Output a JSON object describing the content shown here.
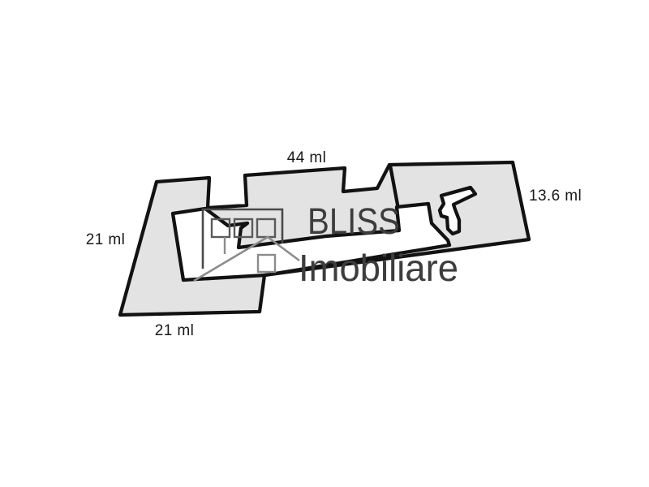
{
  "diagram": {
    "type": "land-plot-sketch",
    "measurements": {
      "top": "44 ml",
      "right": "13.6 ml",
      "left": "21 ml",
      "bottom": "21 ml"
    }
  },
  "watermark": {
    "line1": "BLISS",
    "line2": "Imobiliare",
    "logo": "house-with-windows-icon"
  },
  "colors": {
    "background": "#ffffff",
    "plot_fill": "#e3e3e3",
    "plot_outline": "#121212",
    "label_text": "#191919",
    "watermark_text": "#3d3d3d",
    "logo_frame": "#4a4a4a",
    "logo_windows": "#5a5a5a",
    "logo_roof": "#8c8c8c"
  }
}
